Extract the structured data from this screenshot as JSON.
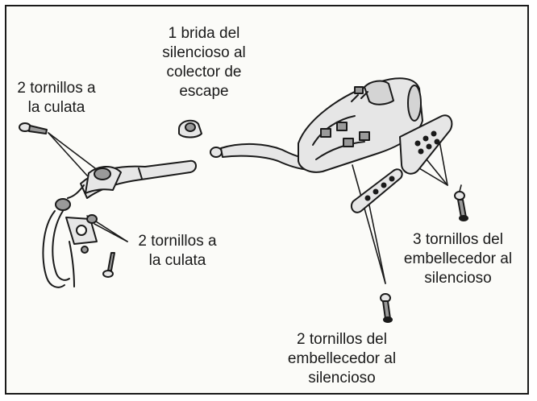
{
  "labels": {
    "flange": "1 brida del\nsilencioso al\ncolector de\nescape",
    "bolts_top": "2 tornillos a\nla culata",
    "bolts_bottom": "2 tornillos a\nla culata",
    "trim_bolts_right": "3 tornillos del\nembellecedor al\nsilencioso",
    "trim_bolts_bottom": "2 tornillos del\nembellecedor al\nsilencioso"
  },
  "colors": {
    "ink": "#1a1a1a",
    "part_fill": "#e6e6e6",
    "shade": "#9a9a9a",
    "paper": "#fbfbf8"
  }
}
